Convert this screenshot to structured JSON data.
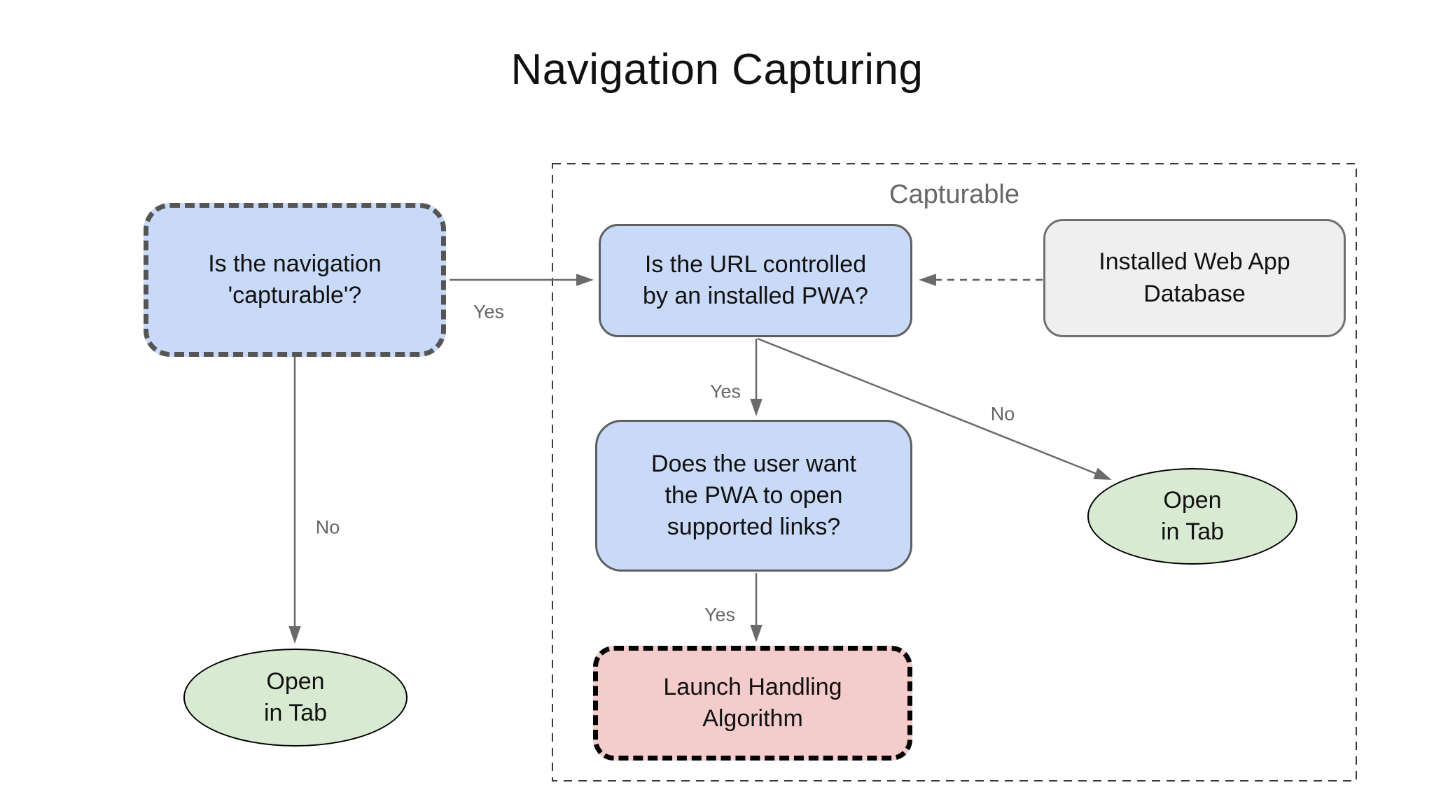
{
  "title": "Navigation Capturing",
  "group": {
    "label": "Capturable"
  },
  "nodes": {
    "is_capturable": {
      "text": "Is the navigation\n'capturable'?"
    },
    "url_controlled": {
      "text": "Is the URL controlled\nby an installed PWA?"
    },
    "webapp_db": {
      "text": "Installed Web App\nDatabase"
    },
    "user_wants": {
      "text": "Does the user want\nthe PWA to open\nsupported links?"
    },
    "launch_handling": {
      "text": "Launch Handling\nAlgorithm"
    },
    "open_in_tab_left": {
      "text": "Open\nin Tab"
    },
    "open_in_tab_right": {
      "text": "Open\nin Tab"
    }
  },
  "edge_labels": {
    "capturable_yes": "Yes",
    "capturable_no": "No",
    "url_yes": "Yes",
    "url_no": "No",
    "user_yes": "Yes"
  },
  "colors": {
    "node_blue": "#c9daf8",
    "node_green": "#d9ead3",
    "node_pink": "#f4cccc",
    "node_gray": "#efefef",
    "arrow_gray": "#6a6a6a",
    "label_gray": "#666666"
  }
}
